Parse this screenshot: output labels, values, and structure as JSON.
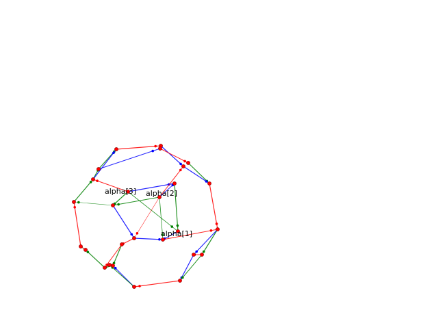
{
  "diagram": {
    "labels": [
      {
        "name": "alpha-1-label",
        "text": "alpha[1]"
      },
      {
        "name": "alpha-2-label",
        "text": "alpha[2]"
      },
      {
        "name": "alpha-3-label",
        "text": "alpha[3]"
      }
    ],
    "colors": {
      "alpha1_edges": "#ff0000",
      "alpha2_edges": "#008000",
      "alpha3_edges": "#0000ff",
      "background": "#ffffff",
      "label_text": "#000000"
    }
  }
}
